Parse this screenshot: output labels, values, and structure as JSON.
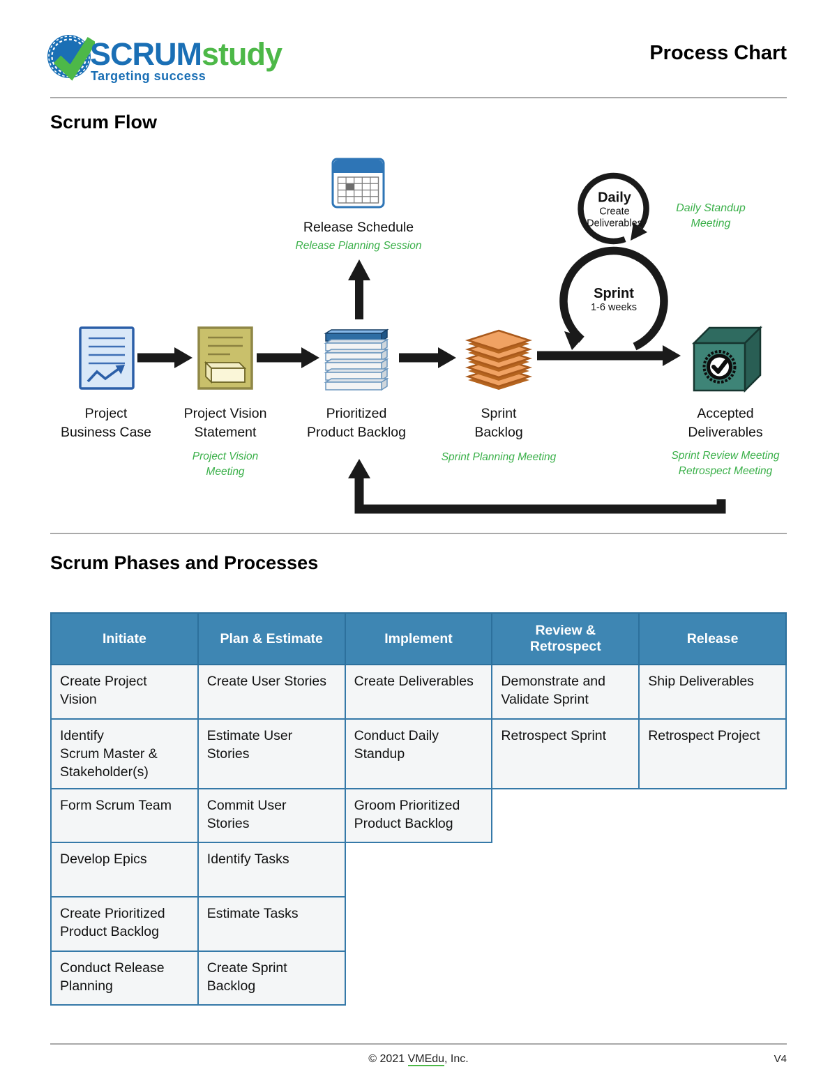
{
  "header": {
    "logo": {
      "scrum": "SCRUM",
      "study": "study",
      "tagline": "Targeting success"
    },
    "title": "Process Chart"
  },
  "scrum_flow": {
    "heading": "Scrum Flow",
    "release_schedule": {
      "label": "Release Schedule",
      "meeting": "Release Planning Session"
    },
    "daily_loop": {
      "title": "Daily",
      "subtitle": "Create\nDeliverables",
      "meeting": "Daily Standup\nMeeting"
    },
    "sprint_loop": {
      "title": "Sprint",
      "subtitle": "1-6 weeks"
    },
    "nodes": [
      {
        "label": "Project\nBusiness Case",
        "meeting": ""
      },
      {
        "label": "Project Vision\nStatement",
        "meeting": "Project Vision\nMeeting"
      },
      {
        "label": "Prioritized\nProduct Backlog",
        "meeting": ""
      },
      {
        "label": "Sprint\nBacklog",
        "meeting": "Sprint Planning Meeting"
      },
      {
        "label": "Accepted\nDeliverables",
        "meeting": "Sprint Review Meeting\nRetrospect Meeting"
      }
    ]
  },
  "phases": {
    "heading": "Scrum Phases and Processes",
    "columns": [
      "Initiate",
      "Plan & Estimate",
      "Implement",
      "Review & Retrospect",
      "Release"
    ],
    "rows": [
      [
        "Create Project\nVision",
        "Create User Stories",
        "Create Deliverables",
        "Demonstrate and\nValidate Sprint",
        "Ship Deliverables"
      ],
      [
        "Identify\nScrum Master &\nStakeholder(s)",
        "Estimate User\nStories",
        "Conduct Daily\nStandup",
        "Retrospect Sprint",
        "Retrospect Project"
      ],
      [
        "Form Scrum Team",
        "Commit User\nStories",
        "Groom Prioritized\nProduct Backlog",
        "",
        ""
      ],
      [
        "Develop Epics",
        "Identify Tasks",
        "",
        "",
        ""
      ],
      [
        "Create Prioritized\nProduct Backlog",
        "Estimate Tasks",
        "",
        "",
        ""
      ],
      [
        "Conduct Release\nPlanning",
        "Create Sprint\nBacklog",
        "",
        "",
        ""
      ]
    ]
  },
  "footer": {
    "copyright_prefix": "© 2021 ",
    "company": "VMEdu",
    "copyright_suffix": ", Inc.",
    "version": "V4"
  },
  "colors": {
    "logo_blue": "#1a6fb5",
    "logo_green": "#4db848",
    "meeting_green": "#3bb04a",
    "table_header_bg": "#3e86b3",
    "table_border": "#3579a8",
    "cell_bg": "#f4f6f7",
    "calendar_blue": "#2e75b6",
    "business_case_blue": "#d9e8f8",
    "vision_khaki": "#c9c06b",
    "backlog_top_blue": "#2e6da4",
    "sprint_backlog_orange": "#f0a263",
    "deliverables_teal": "#3e8477"
  }
}
